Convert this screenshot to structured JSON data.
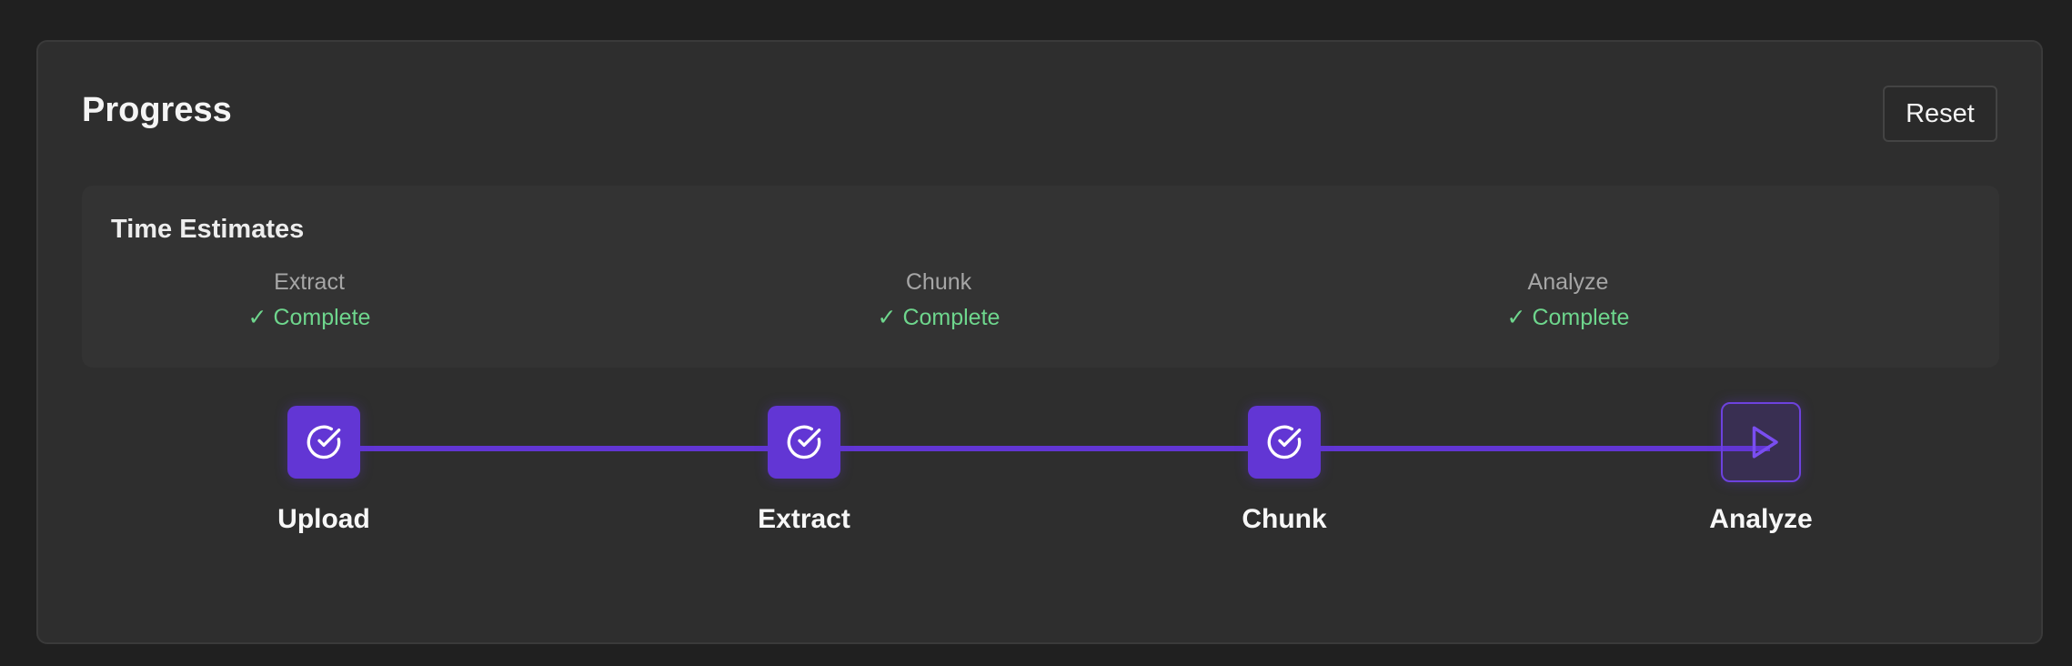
{
  "header": {
    "title": "Progress",
    "reset_label": "Reset"
  },
  "estimates": {
    "title": "Time Estimates",
    "items": [
      {
        "label": "Extract",
        "status": "✓ Complete"
      },
      {
        "label": "Chunk",
        "status": "✓ Complete"
      },
      {
        "label": "Analyze",
        "status": "✓ Complete"
      }
    ]
  },
  "steps": [
    {
      "label": "Upload",
      "state": "complete",
      "icon": "check-circle-icon"
    },
    {
      "label": "Extract",
      "state": "complete",
      "icon": "check-circle-icon"
    },
    {
      "label": "Chunk",
      "state": "complete",
      "icon": "check-circle-icon"
    },
    {
      "label": "Analyze",
      "state": "active",
      "icon": "play-icon"
    }
  ],
  "colors": {
    "accent": "#6236d4",
    "success": "#6ed68d",
    "background": "#202020",
    "card": "#2e2e2e"
  }
}
